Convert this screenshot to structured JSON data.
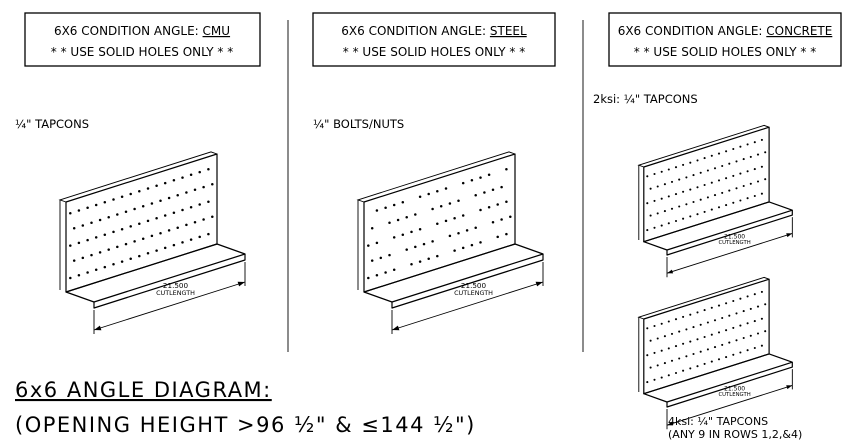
{
  "panels": [
    {
      "header_prefix": "6X6 CONDITION ANGLE: ",
      "material": "CMU",
      "note": "* * USE SOLID HOLES ONLY * *",
      "fasteners": [
        {
          "label": "¼\" TAPCONS",
          "detail": ""
        }
      ]
    },
    {
      "header_prefix": "6X6 CONDITION ANGLE: ",
      "material": "STEEL",
      "note": "* * USE SOLID HOLES ONLY * *",
      "fasteners": [
        {
          "label": "¼\" BOLTS/NUTS",
          "detail": ""
        }
      ]
    },
    {
      "header_prefix": "6X6 CONDITION ANGLE: ",
      "material": "CONCRETE",
      "note": "* * USE SOLID HOLES ONLY * *",
      "fasteners": [
        {
          "label": "2ksi: ¼\" TAPCONS",
          "detail": ""
        },
        {
          "label": "4ksi: ¼\" TAPCONS",
          "detail": "(ANY 9 IN ROWS 1,2,&4)"
        }
      ]
    }
  ],
  "dimension": {
    "value": "21.500",
    "label": "CUTLENGTH"
  },
  "footer": {
    "title": "6x6 ANGLE DIAGRAM:",
    "subtitle": "(OPENING HEIGHT >96 ½\" & ≤144 ½\")"
  }
}
